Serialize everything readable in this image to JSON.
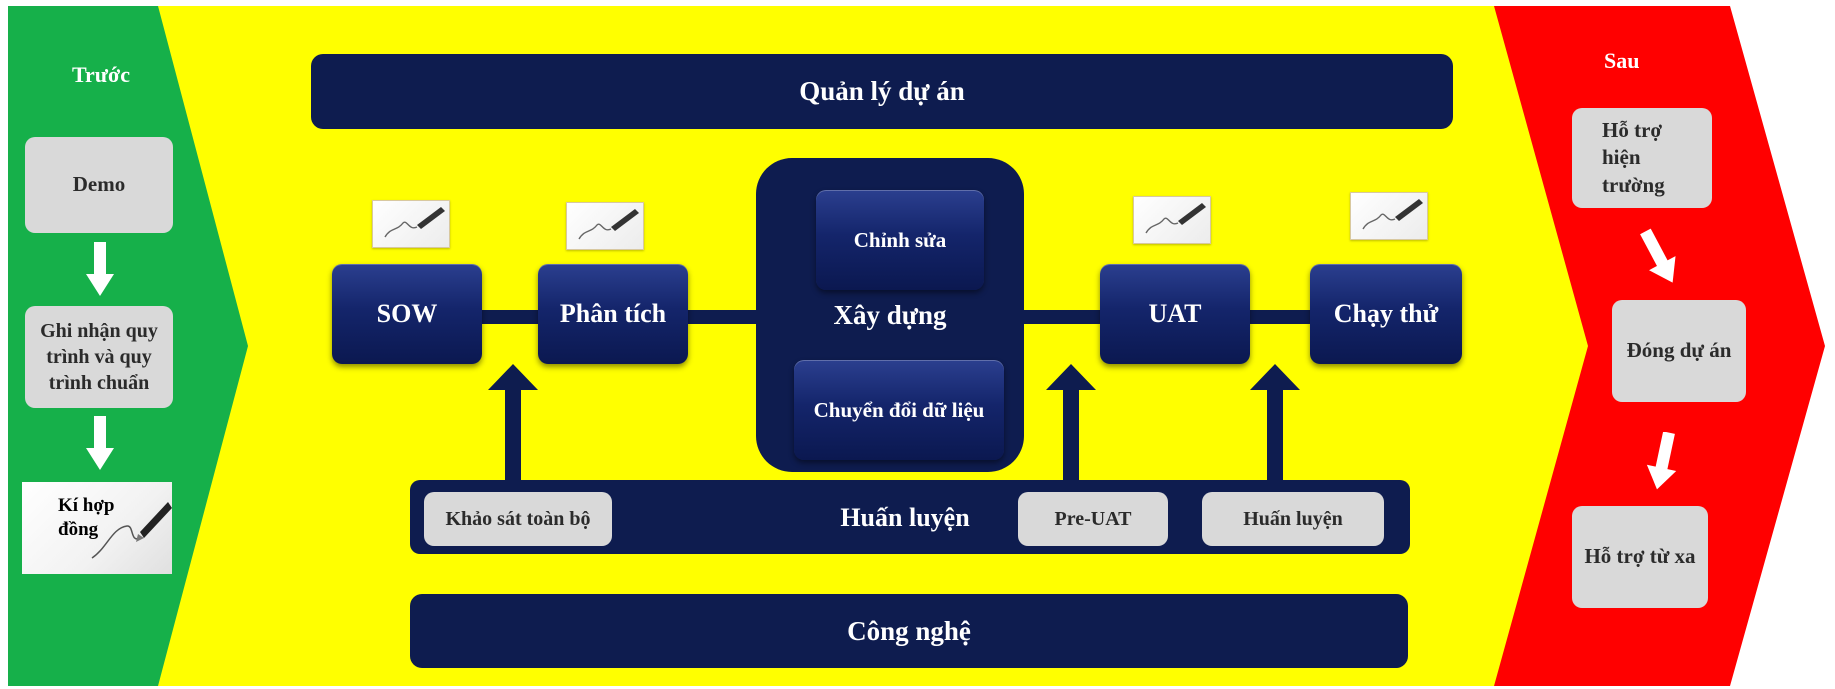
{
  "colors": {
    "before_panel": "#16b04a",
    "middle_panel": "#ffff00",
    "after_panel": "#ff0000",
    "navy": "#0e1c4f",
    "grey_box": "#d9d9d9"
  },
  "before": {
    "title": "Trước",
    "steps": [
      "Demo",
      "Ghi nhận quy trình và quy trình chuẩn",
      "Kí hợp đồng"
    ]
  },
  "middle": {
    "top_bar": "Quản lý dự án",
    "phases": {
      "sow": "SOW",
      "analysis": "Phân tích",
      "build": "Xây dựng",
      "build_edit": "Chỉnh sửa",
      "build_convert": "Chuyển đổi dữ liệu",
      "uat": "UAT",
      "trial": "Chạy thử"
    },
    "training_bar": {
      "label": "Huấn luyện",
      "items": [
        "Khảo sát toàn bộ",
        "Pre-UAT",
        "Huấn luyện"
      ]
    },
    "bottom_bar": "Công nghệ"
  },
  "after": {
    "title": "Sau",
    "steps": [
      "Hỗ trợ hiện trường",
      "Đóng dự án",
      "Hỗ trợ từ xa"
    ]
  },
  "icons": {
    "document": "signed-document-icon",
    "down_arrow": "down-arrow-icon",
    "up_arrow": "up-arrow-icon"
  }
}
